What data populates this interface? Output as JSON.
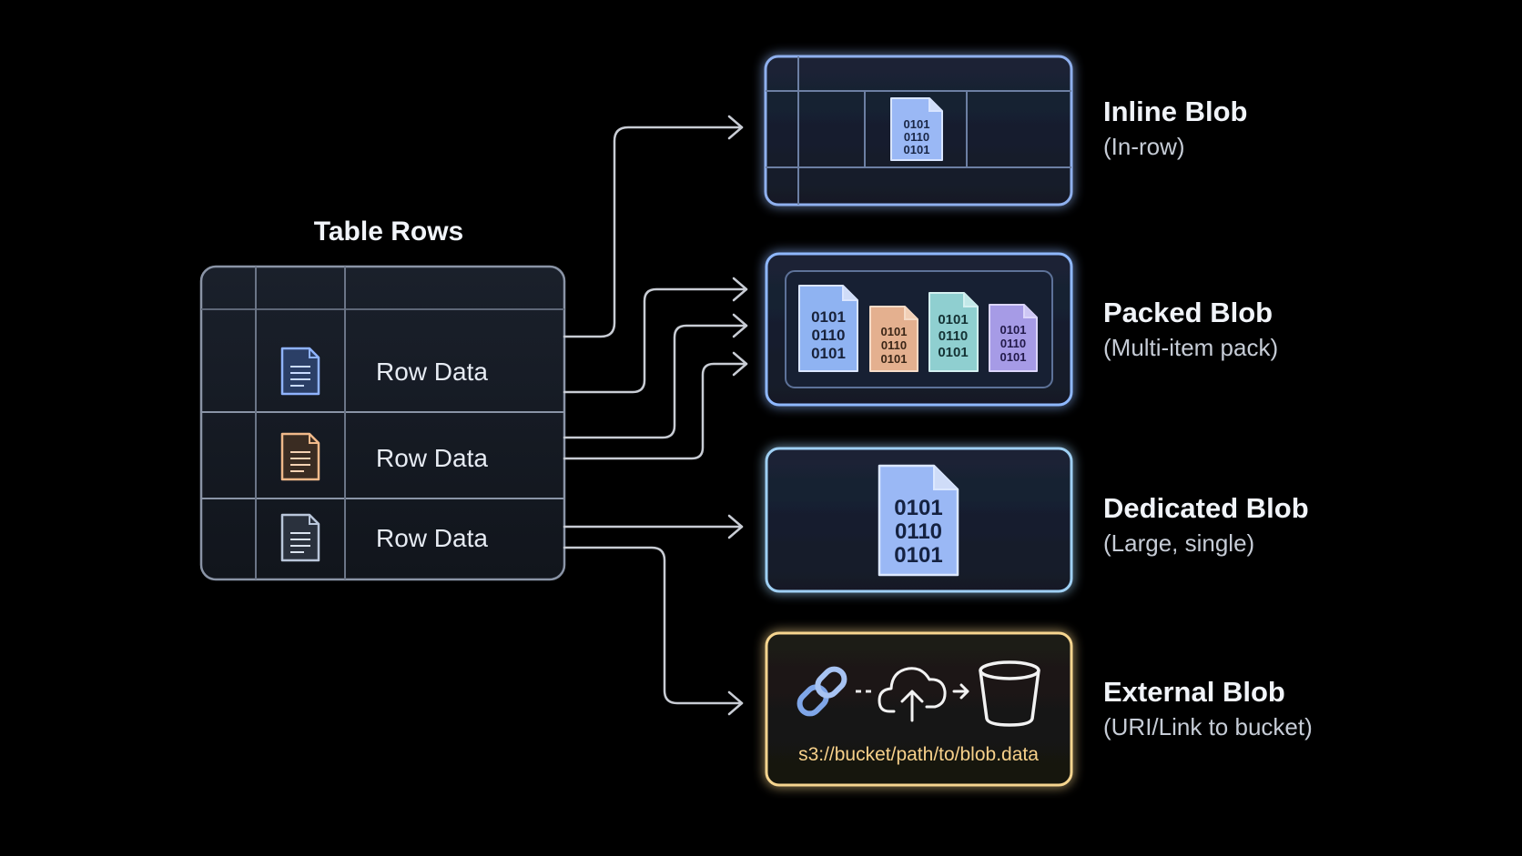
{
  "table": {
    "title": "Table Rows",
    "rows": [
      {
        "label": "Row Data",
        "icon": "document-icon",
        "color": "#8fb3ff"
      },
      {
        "label": "Row Data",
        "icon": "document-icon",
        "color": "#f0b98a"
      },
      {
        "label": "Row Data",
        "icon": "document-icon",
        "color": "#b9c6da"
      }
    ]
  },
  "blobs": [
    {
      "key": "inline",
      "title": "Inline Blob",
      "subtitle": "(In-row)",
      "border": "#8fb0ee"
    },
    {
      "key": "packed",
      "title": "Packed Blob",
      "subtitle": "(Multi-item pack)",
      "border": "#8fb8ff"
    },
    {
      "key": "dedicated",
      "title": "Dedicated Blob",
      "subtitle": "(Large, single)",
      "border": "#9fd0f4"
    },
    {
      "key": "external",
      "title": "External Blob",
      "subtitle": "(URI/Link to bucket)",
      "border": "#f6d58f"
    }
  ],
  "binary_lines": [
    "0101",
    "0110",
    "0101"
  ],
  "packed_file_colors": [
    "#8fb3f2",
    "#e4b08f",
    "#8fcfd0",
    "#a69be6"
  ],
  "external": {
    "uri": "s3://bucket/path/to/blob.data",
    "icons": [
      "link-icon",
      "cloud-upload-icon",
      "bucket-icon"
    ],
    "accent": "#f7d08a"
  },
  "colors": {
    "background": "#000000",
    "connector": "#c8ccd4",
    "table_border": "#8a94a6"
  }
}
